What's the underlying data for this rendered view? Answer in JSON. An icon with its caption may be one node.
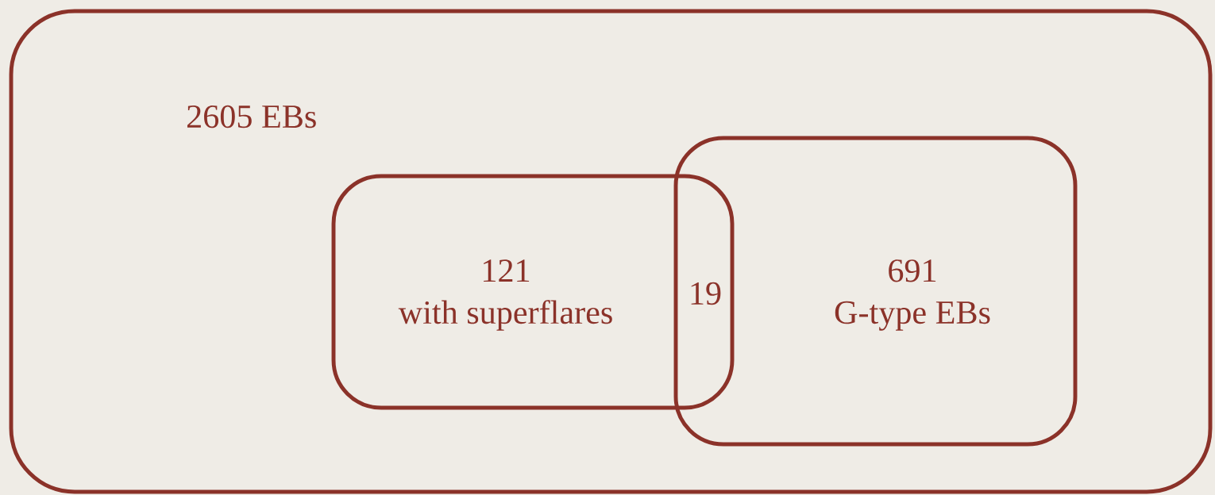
{
  "diagram": {
    "nodes": [
      {
        "text": [
          "2605 EBs"
        ]
      },
      {
        "text": [
          "121",
          "with superflares"
        ],
        "in": 0
      },
      {
        "text": [
          "691",
          "G-type EBs"
        ],
        "in": 0
      }
    ],
    "labels": [
      "19"
    ]
  }
}
